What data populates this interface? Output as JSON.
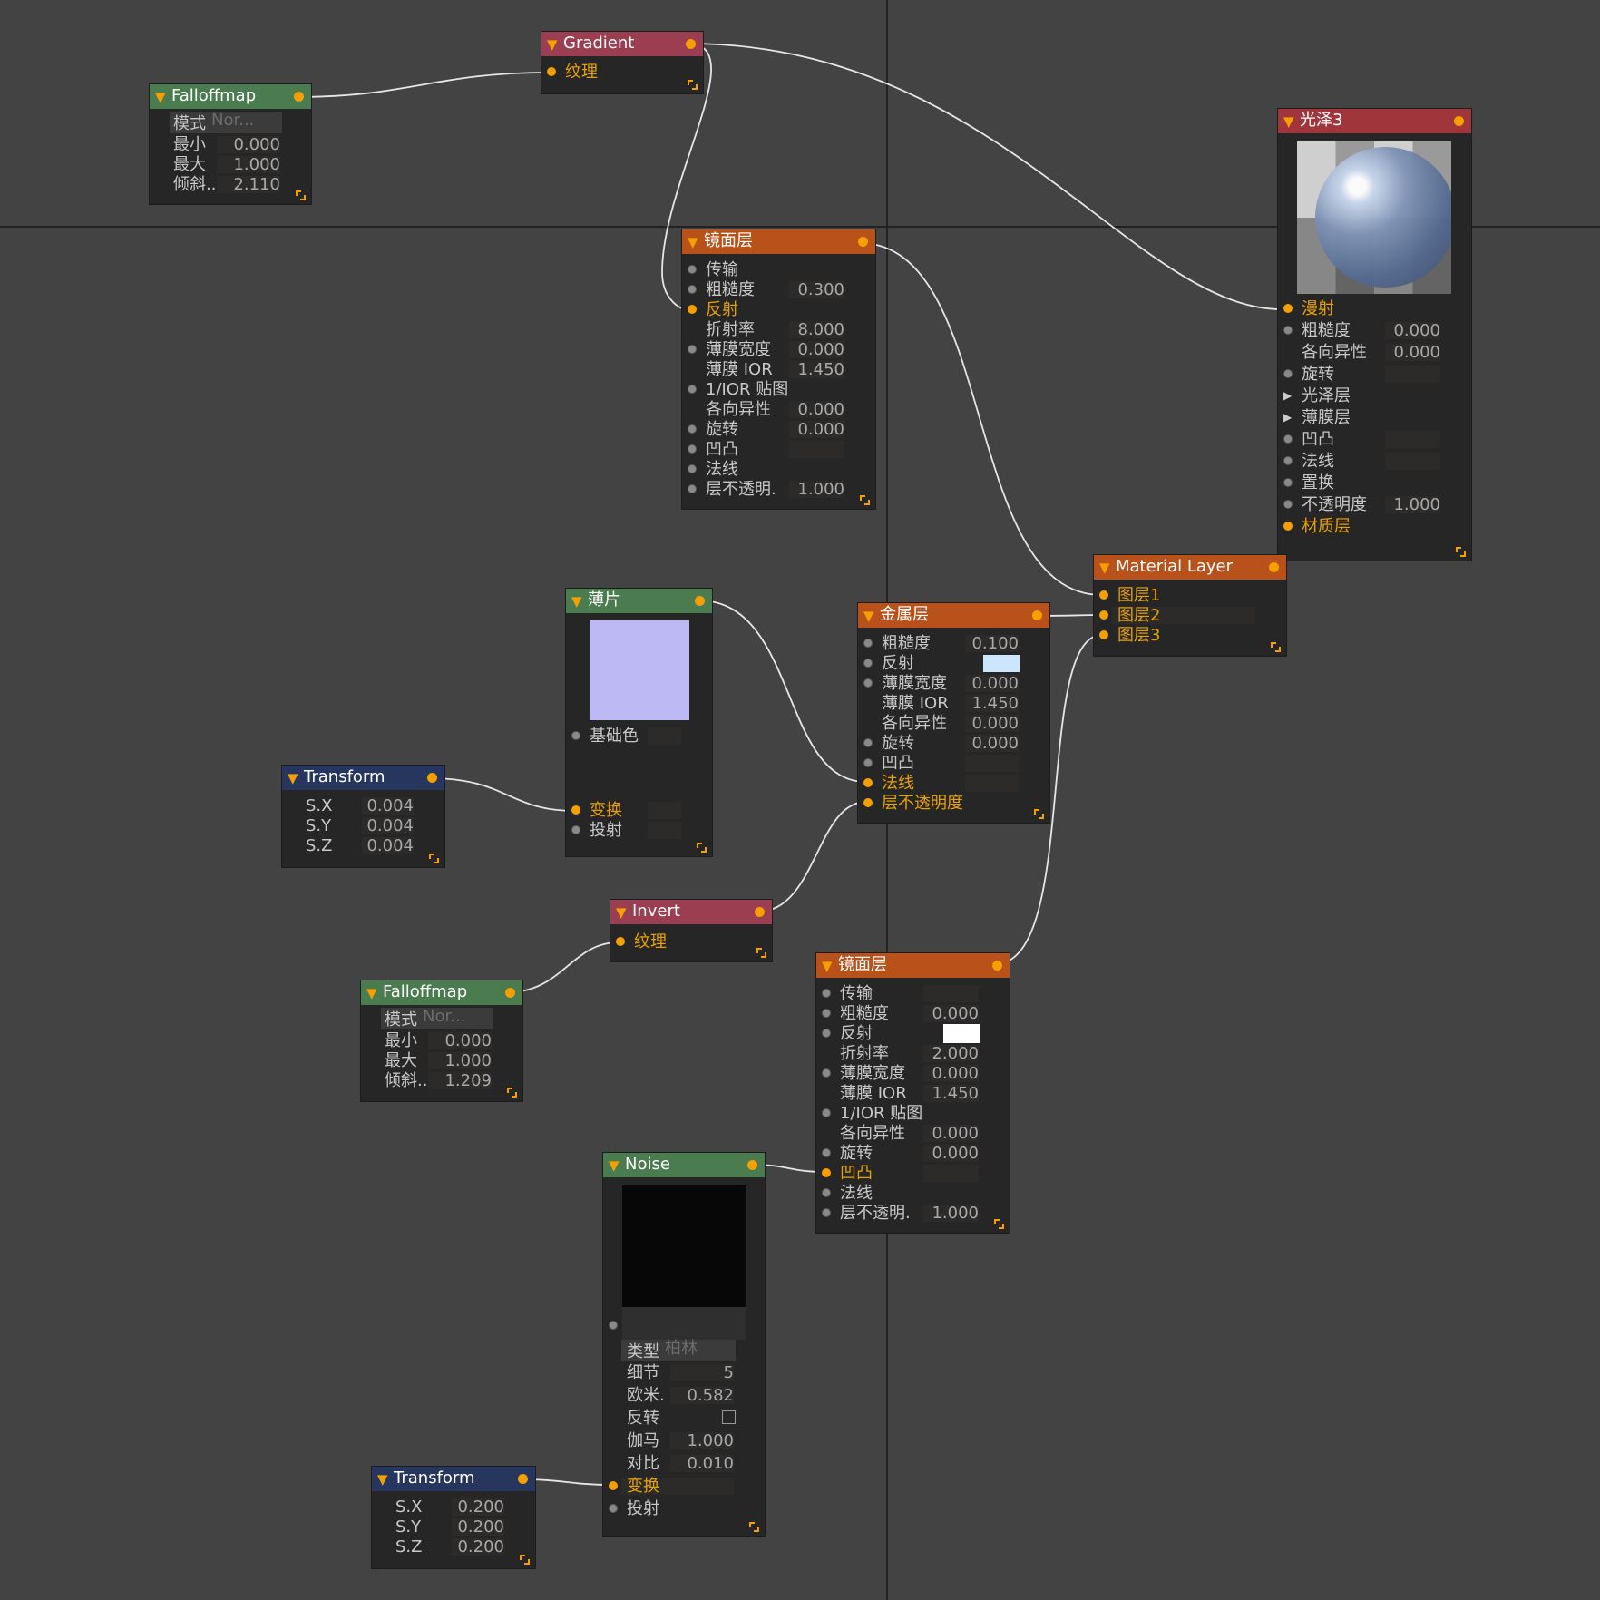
{
  "colors": {
    "background": "#434343",
    "node_body": "#262626",
    "wire": "#e6e6e6",
    "port_active": "#f5a000",
    "port_idle": "#8a8a8a"
  },
  "nodes": {
    "falloff1": {
      "title": "Falloffmap",
      "mode_label": "模式",
      "mode_value": "Nor...",
      "min_label": "最小",
      "min": "0.000",
      "max_label": "最大",
      "max": "1.000",
      "tilt_label": "倾斜..",
      "tilt": "2.110"
    },
    "gradient": {
      "title": "Gradient",
      "texture_label": "纹理"
    },
    "spec1": {
      "title": "镜面层",
      "rows": [
        {
          "label": "传输",
          "value": ""
        },
        {
          "label": "粗糙度",
          "value": "0.300"
        },
        {
          "label": "反射",
          "value": ""
        },
        {
          "label": "折射率",
          "value": "8.000"
        },
        {
          "label": "薄膜宽度",
          "value": "0.000"
        },
        {
          "label": "薄膜 IOR",
          "value": "1.450"
        },
        {
          "label": "1/IOR 贴图",
          "value": ""
        },
        {
          "label": "各向异性",
          "value": "0.000"
        },
        {
          "label": "旋转",
          "value": "0.000"
        },
        {
          "label": "凹凸",
          "value": ""
        },
        {
          "label": "法线",
          "value": ""
        },
        {
          "label": "层不透明.",
          "value": "1.000"
        }
      ]
    },
    "gloss3": {
      "title": "光泽3",
      "rows": [
        {
          "label": "漫射",
          "value": ""
        },
        {
          "label": "粗糙度",
          "value": "0.000"
        },
        {
          "label": "各向异性",
          "value": "0.000"
        },
        {
          "label": "旋转",
          "value": ""
        },
        {
          "label": "光泽层",
          "value": ""
        },
        {
          "label": "薄膜层",
          "value": ""
        },
        {
          "label": "凹凸",
          "value": ""
        },
        {
          "label": "法线",
          "value": ""
        },
        {
          "label": "置换",
          "value": ""
        },
        {
          "label": "不透明度",
          "value": "1.000"
        },
        {
          "label": "材质层",
          "value": ""
        }
      ]
    },
    "thin": {
      "title": "薄片",
      "base_color_label": "基础色",
      "swatch_color": "#bcb9f5",
      "transform_label": "变换",
      "projection_label": "投射"
    },
    "transform1": {
      "title": "Transform",
      "sx_label": "S.X",
      "sx": "0.004",
      "sy_label": "S.Y",
      "sy": "0.004",
      "sz_label": "S.Z",
      "sz": "0.004"
    },
    "metal": {
      "title": "金属层",
      "reflect_color": "#cce6ff",
      "rows": [
        {
          "label": "粗糙度",
          "value": "0.100"
        },
        {
          "label": "反射",
          "value": ""
        },
        {
          "label": "薄膜宽度",
          "value": "0.000"
        },
        {
          "label": "薄膜 IOR",
          "value": "1.450"
        },
        {
          "label": "各向异性",
          "value": "0.000"
        },
        {
          "label": "旋转",
          "value": "0.000"
        },
        {
          "label": "凹凸",
          "value": ""
        },
        {
          "label": "法线",
          "value": ""
        },
        {
          "label": "层不透明度",
          "value": ""
        }
      ]
    },
    "matlayer": {
      "title": "Material Layer",
      "layers": [
        "图层1",
        "图层2",
        "图层3"
      ]
    },
    "invert": {
      "title": "Invert",
      "texture_label": "纹理"
    },
    "falloff2": {
      "title": "Falloffmap",
      "mode_label": "模式",
      "mode_value": "Nor...",
      "min_label": "最小",
      "min": "0.000",
      "max_label": "最大",
      "max": "1.000",
      "tilt_label": "倾斜..",
      "tilt": "1.209"
    },
    "spec2": {
      "title": "镜面层",
      "reflect_color": "#ffffff",
      "rows": [
        {
          "label": "传输",
          "value": ""
        },
        {
          "label": "粗糙度",
          "value": "0.000"
        },
        {
          "label": "反射",
          "value": ""
        },
        {
          "label": "折射率",
          "value": "2.000"
        },
        {
          "label": "薄膜宽度",
          "value": "0.000"
        },
        {
          "label": "薄膜 IOR",
          "value": "1.450"
        },
        {
          "label": "1/IOR 贴图",
          "value": ""
        },
        {
          "label": "各向异性",
          "value": "0.000"
        },
        {
          "label": "旋转",
          "value": "0.000"
        },
        {
          "label": "凹凸",
          "value": ""
        },
        {
          "label": "法线",
          "value": ""
        },
        {
          "label": "层不透明.",
          "value": "1.000"
        }
      ]
    },
    "noise": {
      "title": "Noise",
      "type_label": "类型",
      "type_value": "柏林",
      "detail_label": "细节",
      "detail": "5",
      "omega_label": "欧米.",
      "omega": "0.582",
      "invert_label": "反转",
      "gamma_label": "伽马",
      "gamma": "1.000",
      "contrast_label": "对比",
      "contrast": "0.010",
      "transform_label": "变换",
      "projection_label": "投射"
    },
    "transform2": {
      "title": "Transform",
      "sx_label": "S.X",
      "sx": "0.200",
      "sy_label": "S.Y",
      "sy": "0.200",
      "sz_label": "S.Z",
      "sz": "0.200"
    }
  }
}
